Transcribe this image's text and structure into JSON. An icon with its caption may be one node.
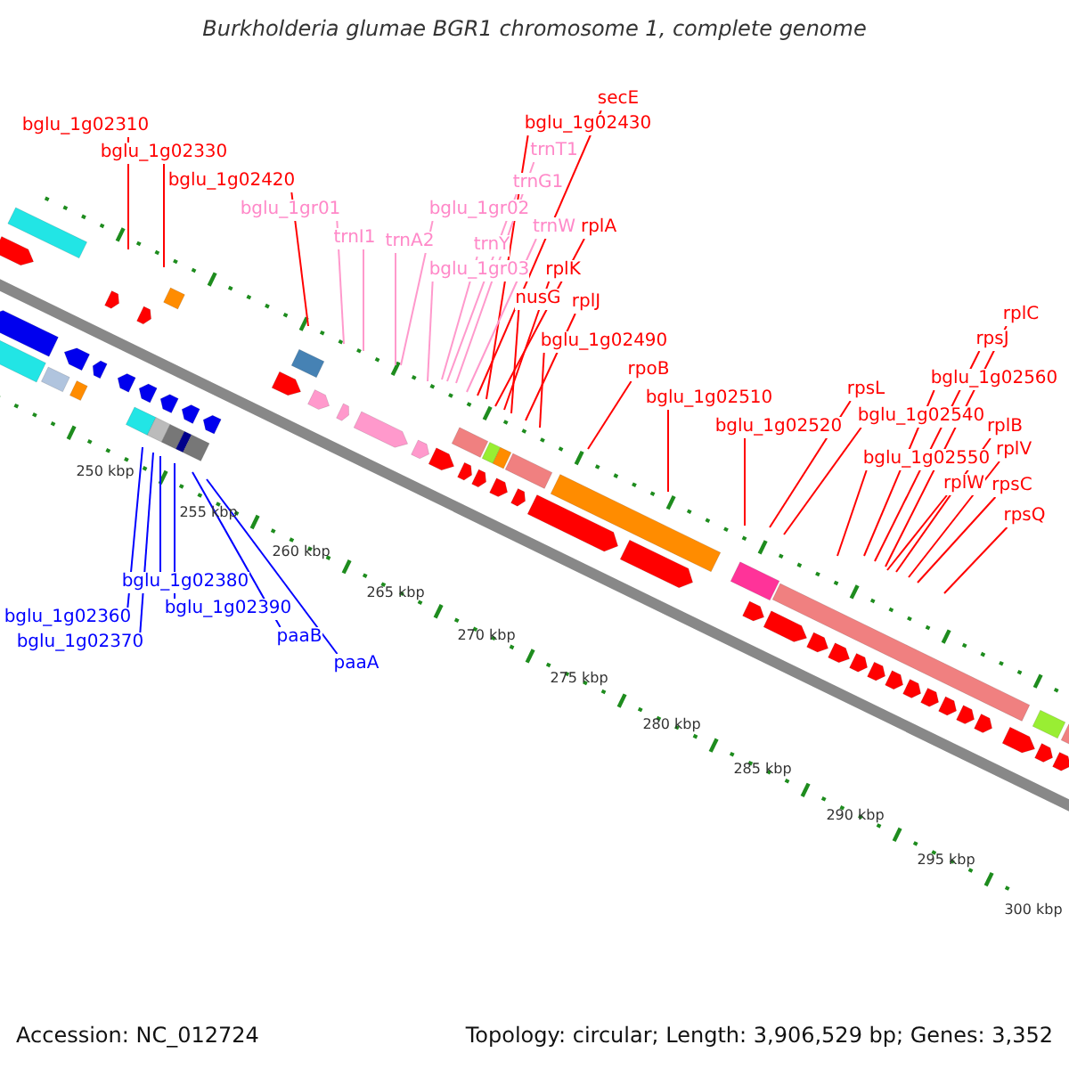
{
  "diagram": {
    "title": "Burkholderia glumae BGR1 chromosome 1, complete genome",
    "nodes": [
      {
        "text": [
          "bglu_1g02310"
        ]
      },
      {
        "text": [
          "secE"
        ]
      },
      {
        "text": [
          "bglu_1g02430"
        ]
      },
      {
        "text": [
          "trnT1"
        ]
      },
      {
        "text": [
          "bglu_1g02330"
        ]
      },
      {
        "text": [
          "trnG1"
        ]
      },
      {
        "text": [
          "bglu_1g02420"
        ]
      },
      {
        "text": [
          "bglu_1gr01"
        ]
      },
      {
        "text": [
          "bglu_1gr02"
        ]
      },
      {
        "text": [
          "trnW"
        ]
      },
      {
        "text": [
          "rplA"
        ]
      },
      {
        "text": [
          "trnI1"
        ]
      },
      {
        "text": [
          "trnA2"
        ]
      },
      {
        "text": [
          "trnY"
        ]
      },
      {
        "text": [
          "bglu_1gr03"
        ]
      },
      {
        "text": [
          "rplK"
        ]
      },
      {
        "text": [
          "nusG"
        ]
      },
      {
        "text": [
          "rplJ"
        ]
      },
      {
        "text": [
          "bglu_1g02490"
        ]
      },
      {
        "text": [
          "rplC"
        ]
      },
      {
        "text": [
          "rpsJ"
        ]
      },
      {
        "text": [
          "rpoB"
        ]
      },
      {
        "text": [
          "bglu_1g02560"
        ]
      },
      {
        "text": [
          "rpsL"
        ]
      },
      {
        "text": [
          "bglu_1g02510"
        ]
      },
      {
        "text": [
          "bglu_1g02540"
        ]
      },
      {
        "text": [
          "bglu_1g02520"
        ]
      },
      {
        "text": [
          "rplB"
        ]
      },
      {
        "text": [
          "rplV"
        ]
      },
      {
        "text": [
          "bglu_1g02550"
        ]
      },
      {
        "text": [
          "rplW"
        ]
      },
      {
        "text": [
          "rpsC"
        ]
      },
      {
        "text": [
          "rpsQ"
        ]
      },
      {
        "text": [
          "bglu_1g02380"
        ]
      },
      {
        "text": [
          "bglu_1g02390"
        ]
      },
      {
        "text": [
          "bglu_1g02360"
        ]
      },
      {
        "text": [
          "paaB"
        ]
      },
      {
        "text": [
          "bglu_1g02370"
        ]
      },
      {
        "text": [
          "paaA"
        ]
      }
    ],
    "edges": [
      {
        "from": 0,
        "to": null,
        "arrow": "none"
      },
      {
        "from": 1,
        "to": null,
        "arrow": "none"
      },
      {
        "from": 2,
        "to": null,
        "arrow": "none"
      },
      {
        "from": 3,
        "to": null,
        "arrow": "none",
        "color": "#ff99cc"
      },
      {
        "from": 4,
        "to": null,
        "arrow": "none"
      },
      {
        "from": 5,
        "to": null,
        "arrow": "none",
        "color": "#ff99cc"
      },
      {
        "from": 6,
        "to": null,
        "arrow": "none"
      },
      {
        "from": 7,
        "to": null,
        "arrow": "none",
        "color": "#ff99cc"
      },
      {
        "from": 8,
        "to": null,
        "arrow": "none",
        "color": "#ff99cc"
      },
      {
        "from": 9,
        "to": null,
        "arrow": "none",
        "color": "#ff99cc"
      },
      {
        "from": 10,
        "to": null,
        "arrow": "none"
      },
      {
        "from": 11,
        "to": null,
        "arrow": "none",
        "color": "#ff99cc"
      },
      {
        "from": 12,
        "to": null,
        "arrow": "none",
        "color": "#ff99cc"
      },
      {
        "from": 13,
        "to": null,
        "arrow": "none",
        "color": "#ff99cc"
      },
      {
        "from": 14,
        "to": null,
        "arrow": "none",
        "color": "#ff99cc"
      },
      {
        "from": 15,
        "to": null,
        "arrow": "none"
      },
      {
        "from": 16,
        "to": null,
        "arrow": "none"
      },
      {
        "from": 17,
        "to": null,
        "arrow": "none"
      },
      {
        "from": 18,
        "to": null,
        "arrow": "none"
      },
      {
        "from": 19,
        "to": null,
        "arrow": "none"
      },
      {
        "from": 20,
        "to": null,
        "arrow": "none"
      },
      {
        "from": 21,
        "to": null,
        "arrow": "none"
      },
      {
        "from": 22,
        "to": null,
        "arrow": "none"
      },
      {
        "from": 23,
        "to": null,
        "arrow": "none"
      },
      {
        "from": 24,
        "to": null,
        "arrow": "none"
      },
      {
        "from": 25,
        "to": null,
        "arrow": "none"
      },
      {
        "from": 26,
        "to": null,
        "arrow": "none"
      },
      {
        "from": 27,
        "to": null,
        "arrow": "none"
      },
      {
        "from": 28,
        "to": null,
        "arrow": "none"
      },
      {
        "from": 29,
        "to": null,
        "arrow": "none"
      },
      {
        "from": 30,
        "to": null,
        "arrow": "none"
      },
      {
        "from": 31,
        "to": null,
        "arrow": "none"
      },
      {
        "from": 32,
        "to": null,
        "arrow": "none"
      },
      {
        "from": 33,
        "to": null,
        "arrow": "none",
        "color": "#0000ff"
      },
      {
        "from": 34,
        "to": null,
        "arrow": "none",
        "color": "#0000ff"
      },
      {
        "from": 35,
        "to": null,
        "arrow": "none",
        "color": "#0000ff"
      },
      {
        "from": 36,
        "to": null,
        "arrow": "none",
        "color": "#0000ff"
      },
      {
        "from": 37,
        "to": null,
        "arrow": "none",
        "color": "#0000ff"
      },
      {
        "from": 38,
        "to": null,
        "arrow": "none",
        "color": "#0000ff"
      }
    ],
    "labels": [
      "250 kbp",
      "255 kbp",
      "260 kbp",
      "265 kbp",
      "270 kbp",
      "275 kbp",
      "280 kbp",
      "285 kbp",
      "290 kbp",
      "295 kbp",
      "300 kbp",
      "Accession: NC_012724",
      "Topology: circular; Length: 3,906,529 bp; Genes: 3,352"
    ]
  }
}
